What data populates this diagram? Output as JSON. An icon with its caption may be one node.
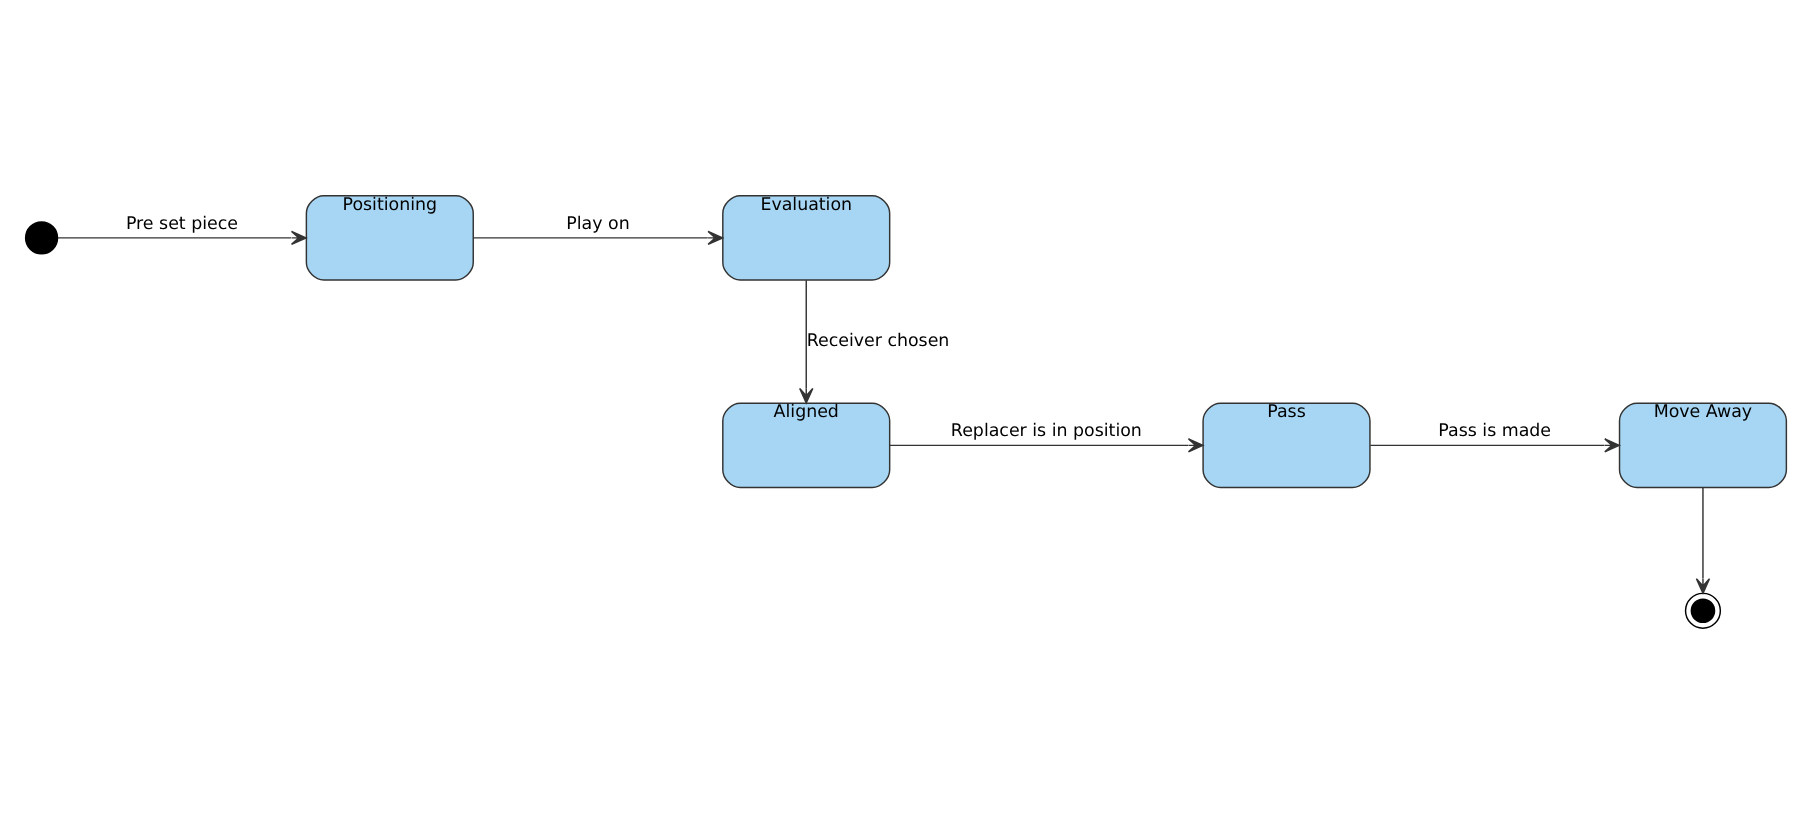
{
  "diagram": {
    "nodes": [
      {
        "text": [],
        "shape": "circle"
      },
      {
        "text": [
          "Positioning"
        ]
      },
      {
        "text": [
          "Evaluation"
        ]
      },
      {
        "text": [
          "Aligned"
        ]
      },
      {
        "text": [
          "Pass"
        ]
      },
      {
        "text": [
          "Move Away"
        ]
      },
      {
        "text": [],
        "shape": "bullseye"
      }
    ],
    "edges": [
      {
        "from": 0,
        "to": 1,
        "arrow": "to",
        "label": "Pre set piece"
      },
      {
        "from": 1,
        "to": 2,
        "arrow": "to",
        "label": "Play on"
      },
      {
        "from": 2,
        "to": 3,
        "arrow": "to",
        "label": "Receiver chosen"
      },
      {
        "from": 3,
        "to": 4,
        "arrow": "to",
        "label": "Replacer is in position"
      },
      {
        "from": 4,
        "to": 5,
        "arrow": "to",
        "label": "Pass is made"
      },
      {
        "from": 5,
        "to": 6,
        "arrow": "to"
      }
    ]
  }
}
